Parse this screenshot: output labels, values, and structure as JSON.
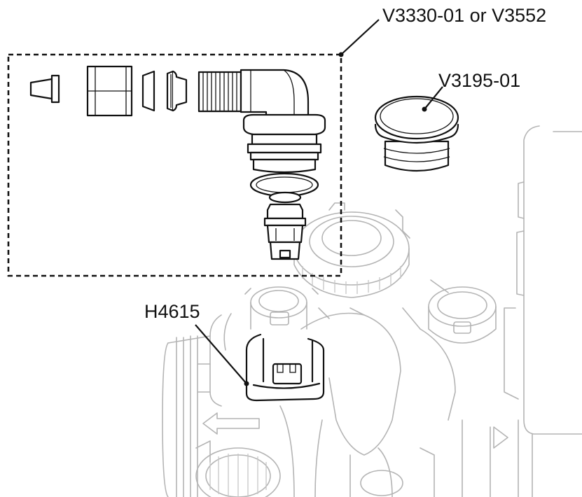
{
  "labels": {
    "connector_kit": "V3330-01 or V3552",
    "plug": "V3195-01",
    "clip": "H4615"
  },
  "colors": {
    "foreground_part": "#111111",
    "background_valve": "#b4b4b4",
    "background": "#ffffff"
  }
}
